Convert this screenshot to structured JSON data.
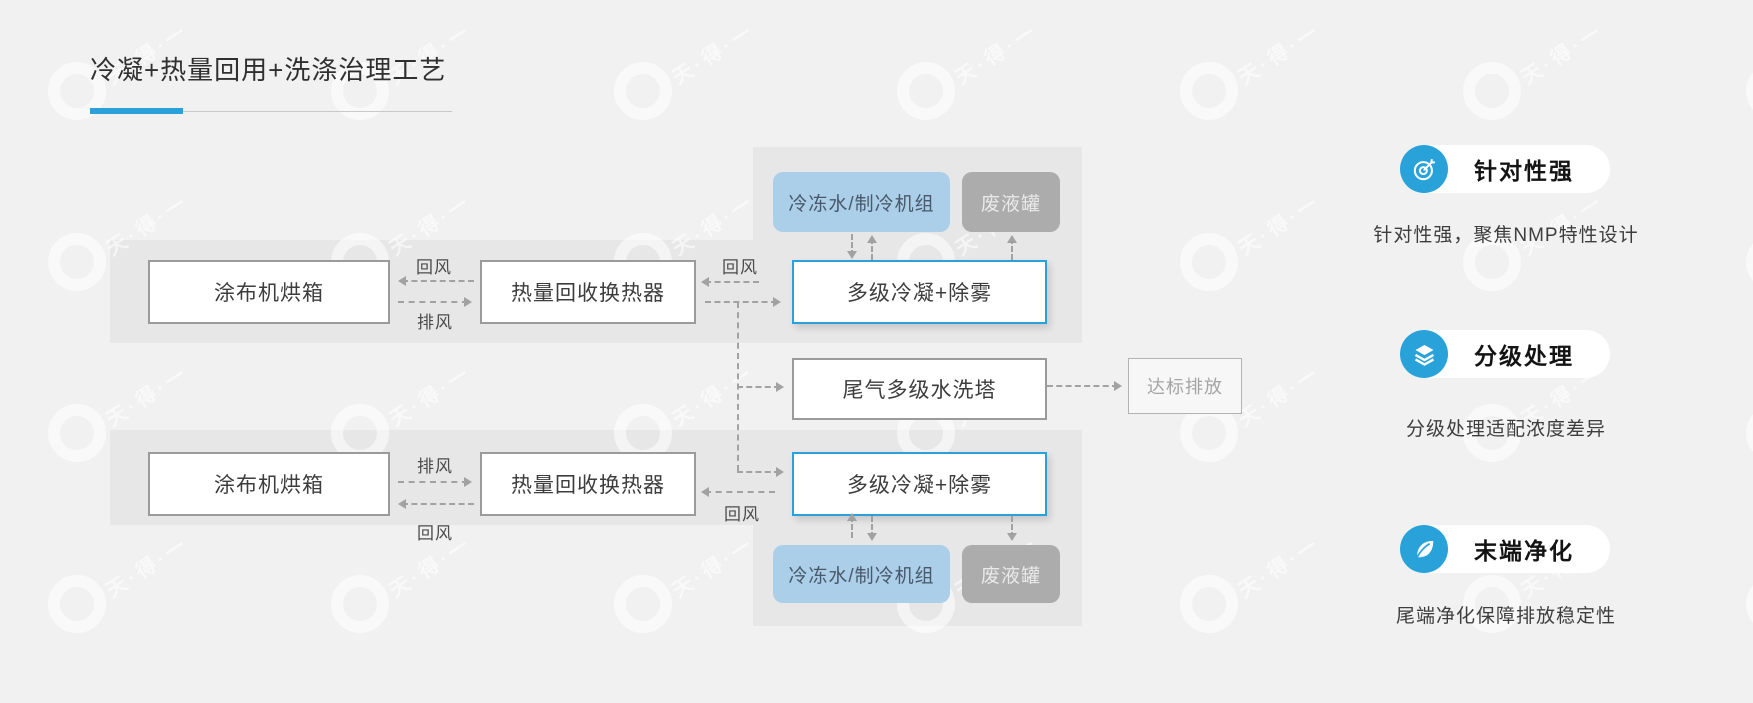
{
  "title": "冷凝+热量回用+洗涤治理工艺",
  "watermark_text": "天·得·一",
  "diagram": {
    "nodes": {
      "oven": "涂布机烘箱",
      "heat_exchanger": "热量回收换热器",
      "condenser": "多级冷凝+除雾",
      "chiller": "冷冻水/制冷机组",
      "waste_tank": "废液罐",
      "scrubber": "尾气多级水洗塔",
      "discharge": "达标排放"
    },
    "flow_labels": {
      "return_air": "回风",
      "exhaust_air": "排风"
    }
  },
  "features": [
    {
      "icon": "target-icon",
      "title": "针对性强",
      "desc": "针对性强，聚焦NMP特性设计"
    },
    {
      "icon": "layers-icon",
      "title": "分级处理",
      "desc": "分级处理适配浓度差异"
    },
    {
      "icon": "leaf-icon",
      "title": "末端净化",
      "desc": "尾端净化保障排放稳定性"
    }
  ],
  "colors": {
    "accent_blue": "#2aa1d9",
    "panel_gray": "#e7e7e8",
    "chip_blue": "#abcfe9",
    "chip_gray": "#acacac",
    "background": "#f1f1f2"
  }
}
